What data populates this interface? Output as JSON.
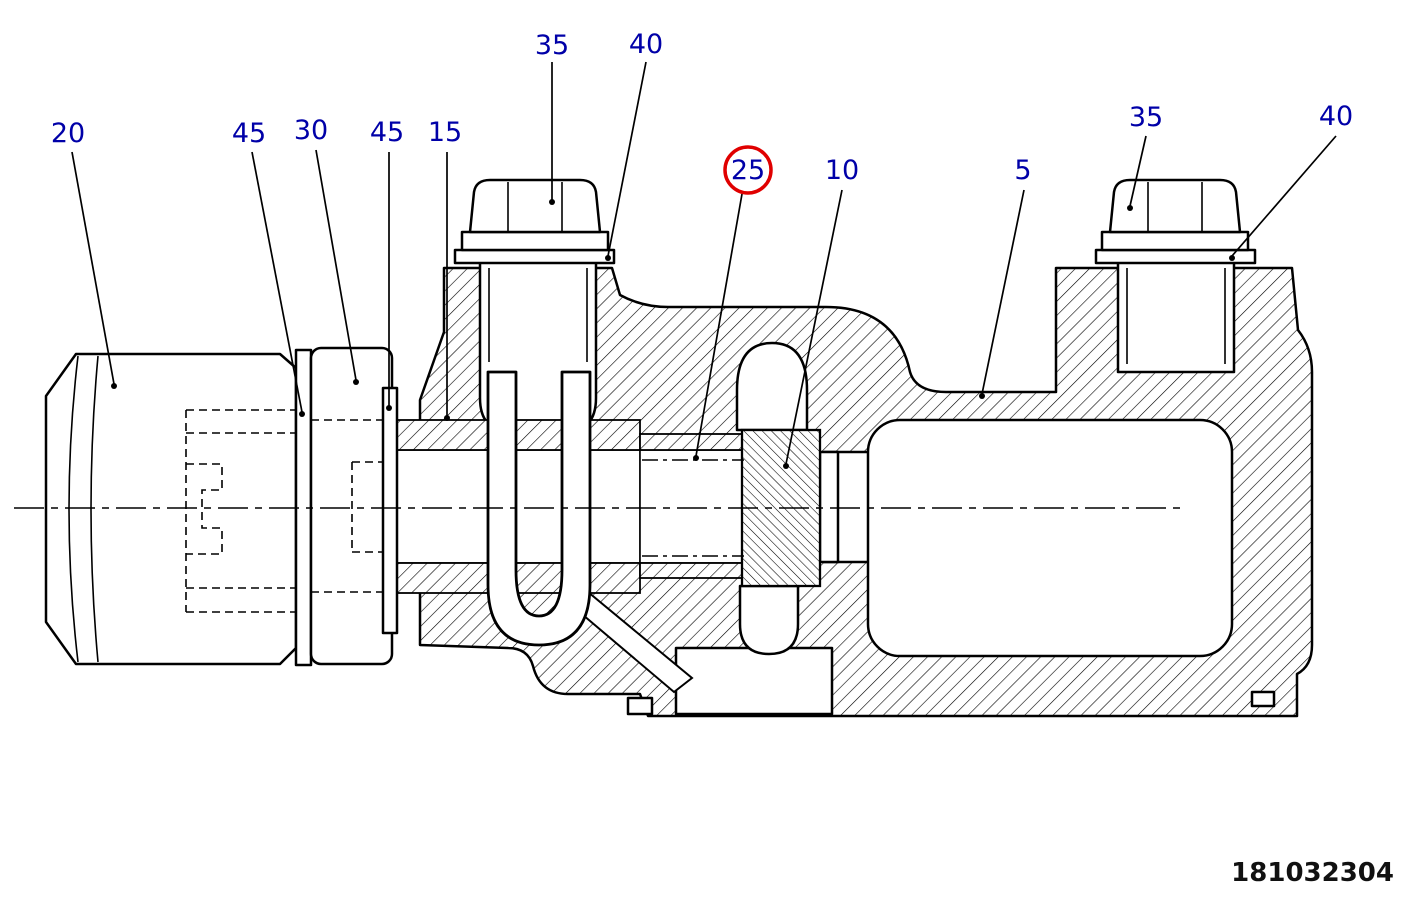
{
  "figure": {
    "drawing_number": "181032304",
    "label_color": "#0000A8",
    "highlight_color": "#E00000",
    "line_color": "#000000"
  },
  "callouts": [
    {
      "label": "35",
      "highlighted": false
    },
    {
      "label": "40",
      "highlighted": false
    },
    {
      "label": "20",
      "highlighted": false
    },
    {
      "label": "45",
      "highlighted": false
    },
    {
      "label": "30",
      "highlighted": false
    },
    {
      "label": "45",
      "highlighted": false
    },
    {
      "label": "15",
      "highlighted": false
    },
    {
      "label": "25",
      "highlighted": true
    },
    {
      "label": "10",
      "highlighted": false
    },
    {
      "label": "5",
      "highlighted": false
    },
    {
      "label": "35",
      "highlighted": false
    },
    {
      "label": "40",
      "highlighted": false
    }
  ]
}
